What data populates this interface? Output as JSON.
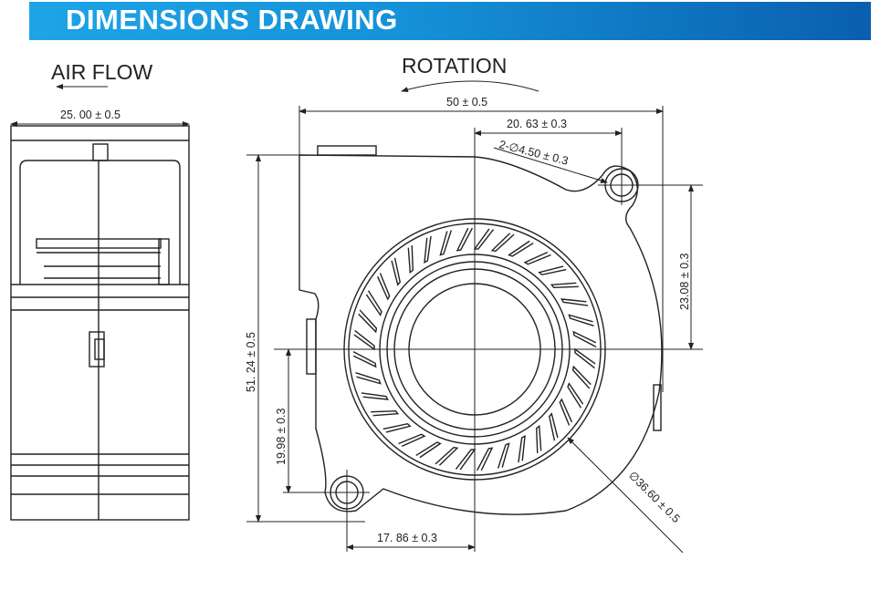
{
  "header": {
    "title": "DIMENSIONS DRAWING",
    "colors": {
      "start": "#1ea4e6",
      "end": "#0a5fae"
    }
  },
  "side_view": {
    "airflow_label": "AIR FLOW",
    "width_dim": "25. 00 ± 0.5"
  },
  "front_view": {
    "rotation_label": "ROTATION",
    "dims": {
      "overall_width": "50 ± 0.5",
      "hole_offset_x": "20. 63 ± 0.3",
      "hole_diameter": "2-∅4.50 ± 0.3",
      "hole_offset_y": "23.08 ± 0.3",
      "overall_height": "51. 24 ± 0.5",
      "lower_hole_y": "19.98 ± 0.3",
      "lower_hole_x": "17. 86 ± 0.3",
      "impeller_diameter": "∅36.60 ± 0.5"
    }
  }
}
